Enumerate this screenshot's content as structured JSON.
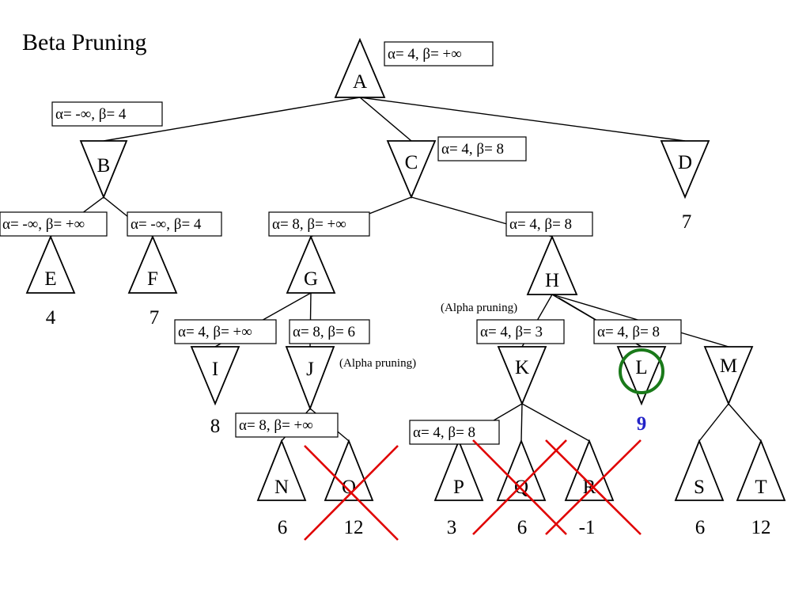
{
  "title": "Beta Pruning",
  "colors": {
    "line": "#000000",
    "prune_cross": "#e00000",
    "highlight_circle": "#1a7a1a",
    "highlight_value": "#2323c8"
  },
  "nodes": {
    "A": "A",
    "B": "B",
    "C": "C",
    "D": "D",
    "E": "E",
    "F": "F",
    "G": "G",
    "H": "H",
    "I": "I",
    "J": "J",
    "K": "K",
    "L": "L",
    "M": "M",
    "N": "N",
    "O": "O",
    "P": "P",
    "Q": "Q",
    "R": "R",
    "S": "S",
    "T": "T"
  },
  "leaf_values": {
    "D": "7",
    "E": "4",
    "F": "7",
    "I": "8",
    "L": "9",
    "N": "6",
    "O": "12",
    "P": "3",
    "Q": "6",
    "R": "-1",
    "S": "6",
    "T": "12"
  },
  "bounds": {
    "A": "α= 4, β= +∞",
    "B": "α= -∞, β= 4",
    "C": "α= 4, β= 8",
    "E": "α= -∞, β= +∞",
    "F": "α= -∞, β= 4",
    "G": "α= 8, β= +∞",
    "H": "α= 4, β= 8",
    "I": "α= 4, β= +∞",
    "J": "α= 8, β= 6",
    "K": "α= 4, β= 3",
    "L": "α= 4, β= 8",
    "N": "α= 8, β= +∞",
    "P": "α= 4, β= 8"
  },
  "notes": {
    "J": "(Alpha pruning)",
    "H": "(Alpha pruning)"
  },
  "pruned": [
    "O",
    "Q",
    "R"
  ],
  "highlighted": "L"
}
